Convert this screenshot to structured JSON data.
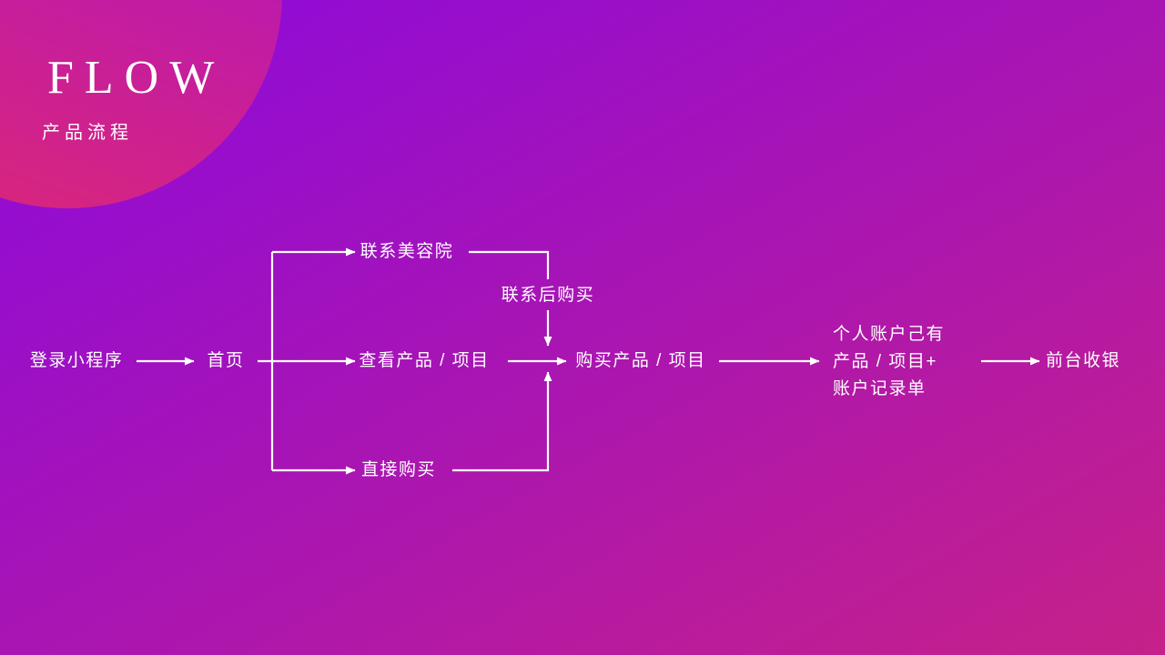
{
  "slide": {
    "title": "FLOW",
    "subtitle": "产品流程"
  },
  "colors": {
    "bg_from": "#8b09dd",
    "bg_to": "#c62189",
    "circle_from": "#b014c2",
    "circle_to": "#d9267b",
    "line": "#ffffff",
    "text": "#ffffff"
  },
  "flow": {
    "nodes": {
      "login": "登录小程序",
      "home": "首页",
      "contact": "联系美容院",
      "view": "查看产品 / 项目",
      "direct": "直接购买",
      "contact_buy": "联系后购买",
      "buy": "购买产品 / 项目",
      "account_line1": "个人账户己有",
      "account_line2": "产品 / 项目+",
      "account_line3": "账户记录单",
      "cashier": "前台收银"
    }
  }
}
